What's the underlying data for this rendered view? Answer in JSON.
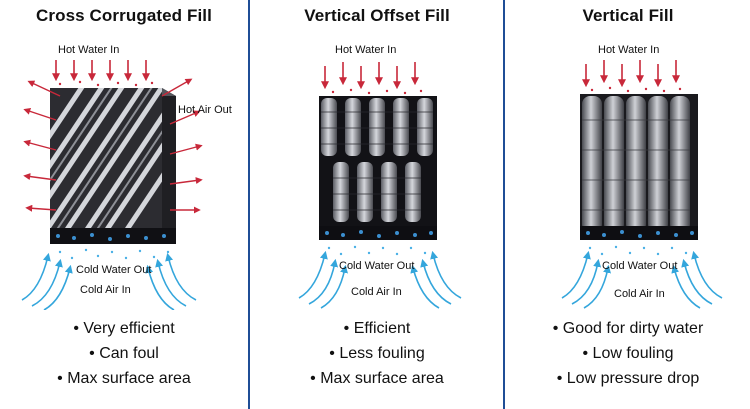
{
  "panels": [
    {
      "title": "Cross Corrugated Fill",
      "label_hot_water_in": "Hot Water In",
      "label_hot_air_out": "Hot Air Out",
      "label_cold_water_out": "Cold Water Out",
      "label_cold_air_in": "Cold Air In",
      "bullets": [
        "Very efficient",
        "Can foul",
        "Max surface area"
      ]
    },
    {
      "title": "Vertical Offset Fill",
      "label_hot_water_in": "Hot Water In",
      "label_cold_water_out": "Cold Water Out",
      "label_cold_air_in": "Cold Air In",
      "bullets": [
        "Efficient",
        "Less fouling",
        "Max surface area"
      ]
    },
    {
      "title": "Vertical Fill",
      "label_hot_water_in": "Hot Water In",
      "label_cold_water_out": "Cold Water Out",
      "label_cold_air_in": "Cold Air In",
      "bullets": [
        "Good for dirty water",
        "Low fouling",
        "Low pressure drop"
      ]
    }
  ],
  "colors": {
    "divider": "#1f4e96",
    "hot_arrow": "#c8283a",
    "cold_arrow": "#34a6dc",
    "fill_dark": "#2e2e33",
    "fill_light": "#c9cbd1"
  }
}
